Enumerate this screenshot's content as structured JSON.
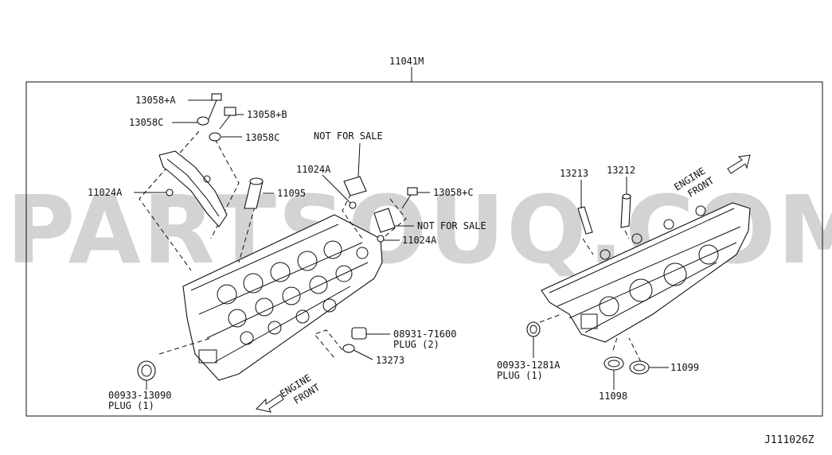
{
  "watermark": "PARTSOUQ.COM",
  "frame_label": "11041M",
  "diagram_code": "J111026Z",
  "callouts": {
    "c13058a": "13058+A",
    "c13058c_1": "13058C",
    "c13058b": "13058+B",
    "c13058c_2": "13058C",
    "c11024a_left": "11024A",
    "c11095": "11095",
    "c11024a_mid": "11024A",
    "nfs_top": "NOT FOR SALE",
    "c13058c_plus": "13058+C",
    "nfs_mid": "NOT FOR SALE",
    "c11024a_right": "11024A",
    "c08931_num": "08931-71600",
    "c08931_plug": "PLUG (2)",
    "c13273": "13273",
    "c00933_13090_num": "00933-13090",
    "c00933_13090_plug": "PLUG (1)",
    "c13213": "13213",
    "c13212": "13212",
    "c00933_1281a_num": "00933-1281A",
    "c00933_1281a_plug": "PLUG (1)",
    "c11099": "11099",
    "c11098": "11098"
  },
  "engine_front_left": {
    "line1": "ENGINE",
    "line2": "FRONT"
  },
  "engine_front_right": {
    "line1": "ENGINE",
    "line2": "FRONT"
  }
}
